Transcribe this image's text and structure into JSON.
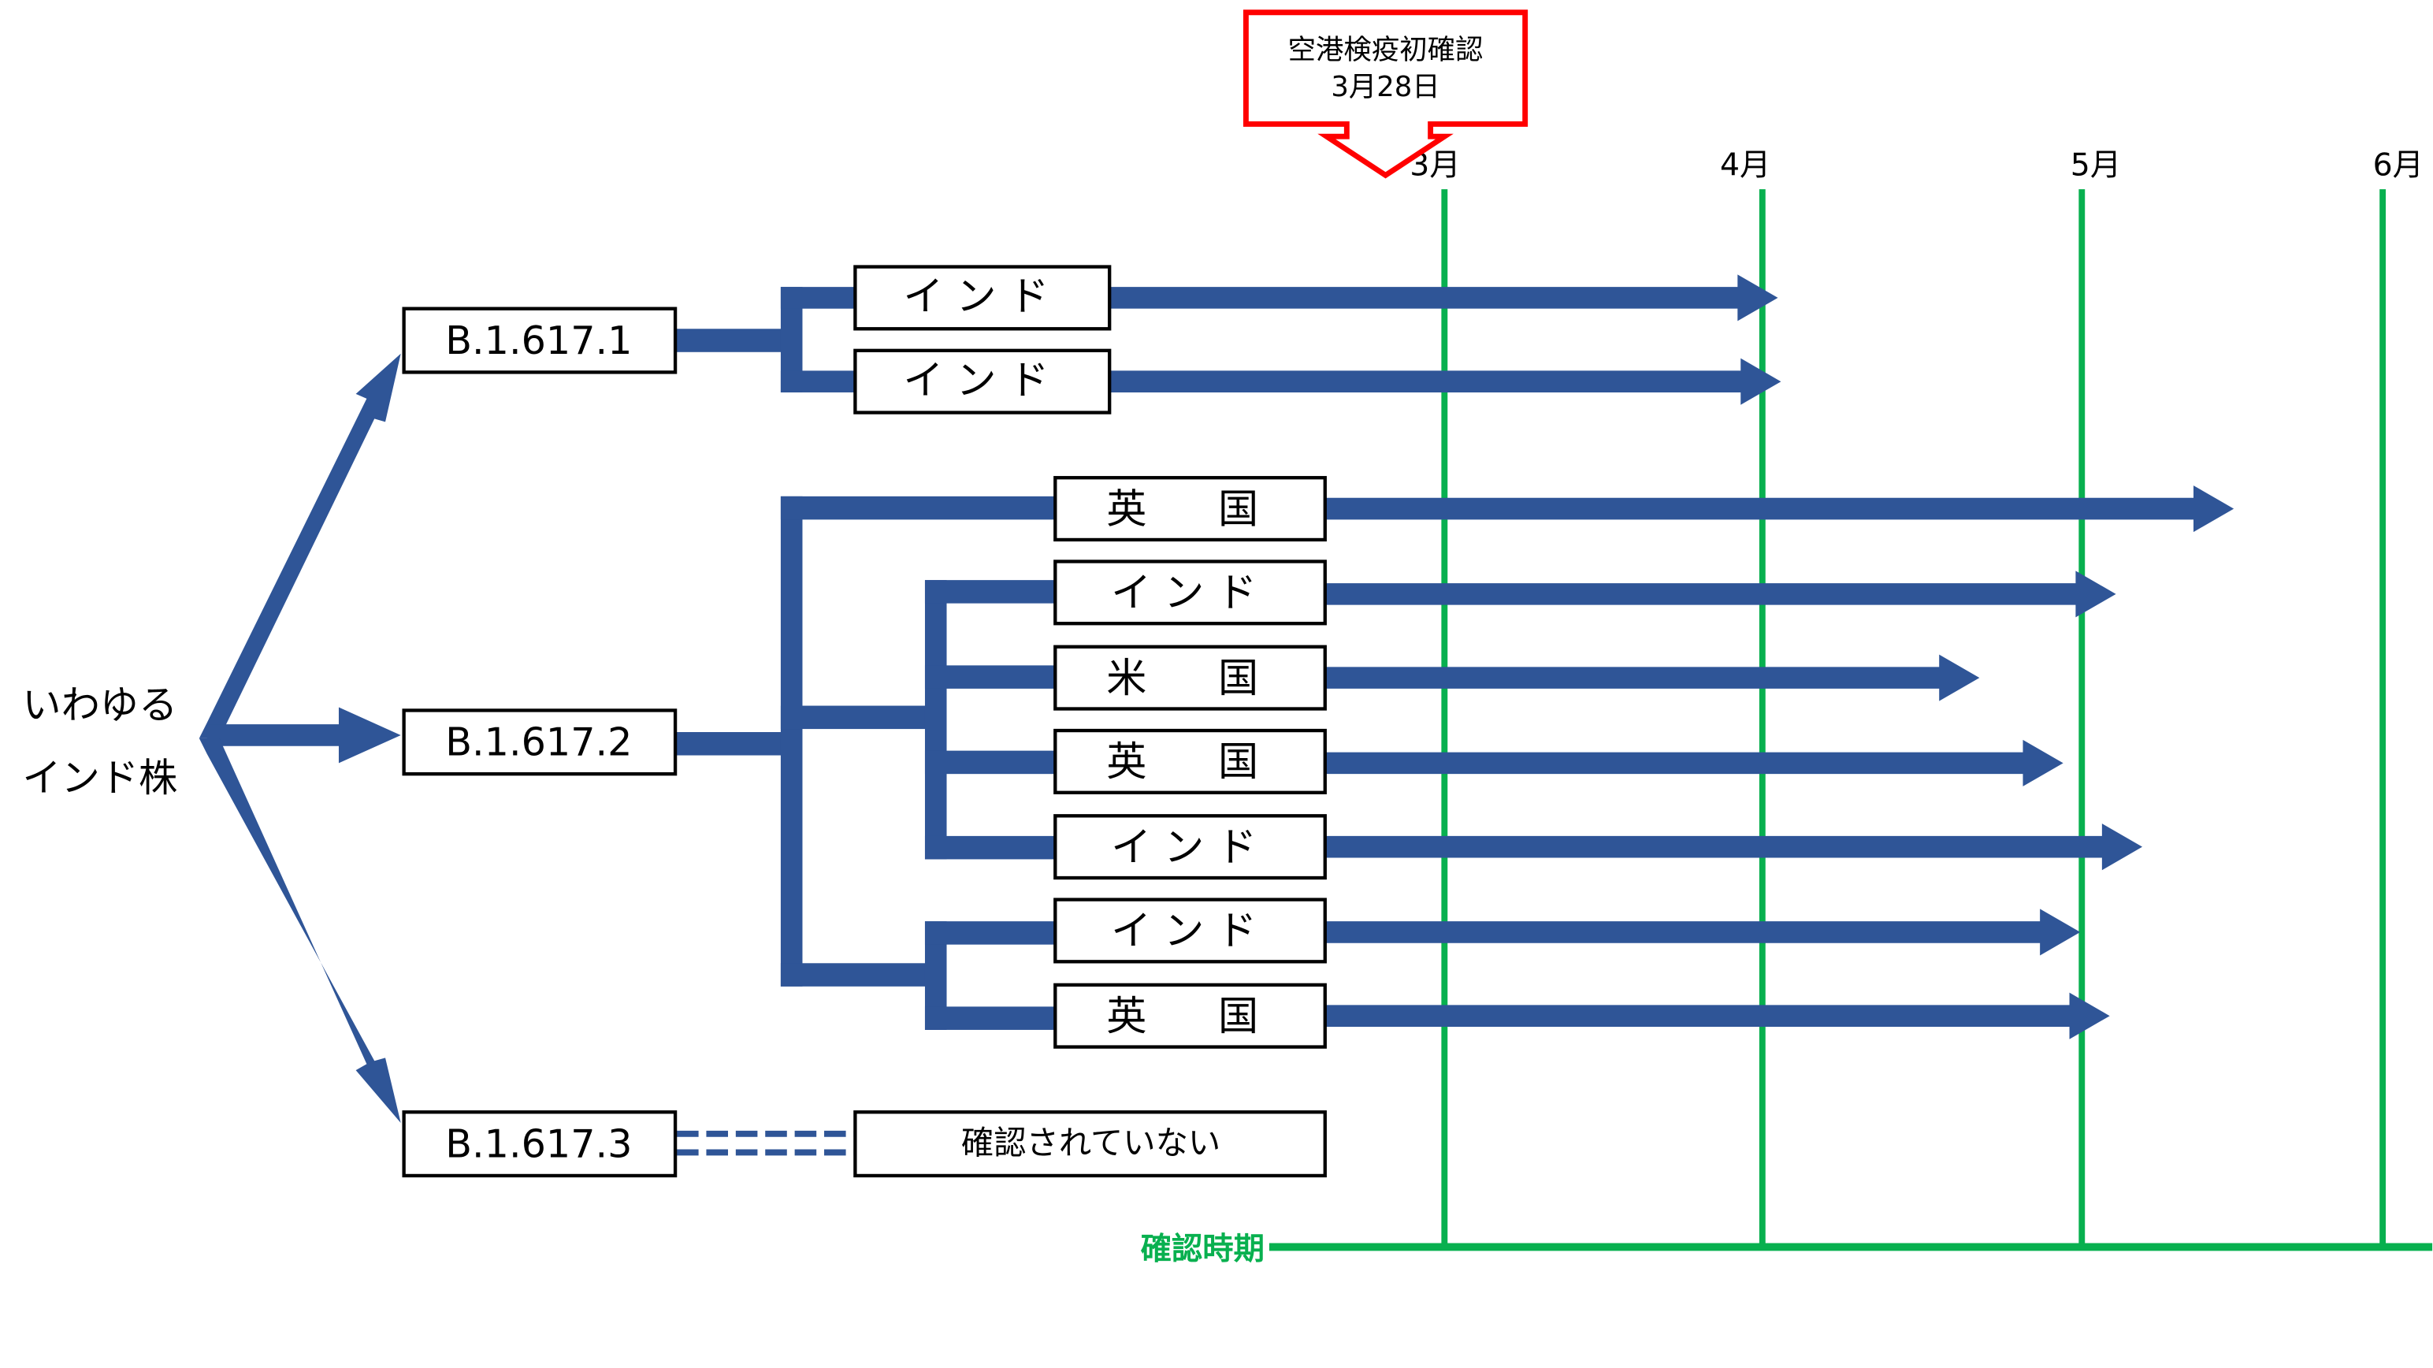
{
  "root": {
    "line1": "いわゆる",
    "line2": "インド株"
  },
  "lineages": [
    {
      "id": "b1",
      "label": "B.1.617.1"
    },
    {
      "id": "b2",
      "label": "B.1.617.2"
    },
    {
      "id": "b3",
      "label": "B.1.617.3"
    }
  ],
  "detections": [
    {
      "lineage": "B.1.617.1",
      "country": "インド",
      "confirmed_until": "4月"
    },
    {
      "lineage": "B.1.617.1",
      "country": "インド",
      "confirmed_until": "4月"
    },
    {
      "lineage": "B.1.617.2",
      "country": "英　国",
      "confirmed_until": "5月以降"
    },
    {
      "lineage": "B.1.617.2",
      "country": "インド",
      "confirmed_until": "5月"
    },
    {
      "lineage": "B.1.617.2",
      "country": "米　国",
      "confirmed_until": "4月-5月"
    },
    {
      "lineage": "B.1.617.2",
      "country": "英　国",
      "confirmed_until": "4月-5月"
    },
    {
      "lineage": "B.1.617.2",
      "country": "インド",
      "confirmed_until": "5月"
    },
    {
      "lineage": "B.1.617.2",
      "country": "インド",
      "confirmed_until": "5月"
    },
    {
      "lineage": "B.1.617.2",
      "country": "英　国",
      "confirmed_until": "5月"
    }
  ],
  "not_confirmed": {
    "lineage": "B.1.617.3",
    "label": "確認されていない"
  },
  "timeline": {
    "axis_label": "確認時期",
    "months": [
      "3月",
      "4月",
      "5月",
      "6月"
    ]
  },
  "callout": {
    "line1": "空港検疫初確認",
    "line2": "3月28日"
  },
  "colors": {
    "arrow": "#2f5597",
    "timeline": "#08b04f",
    "callout": "#ff0000"
  }
}
